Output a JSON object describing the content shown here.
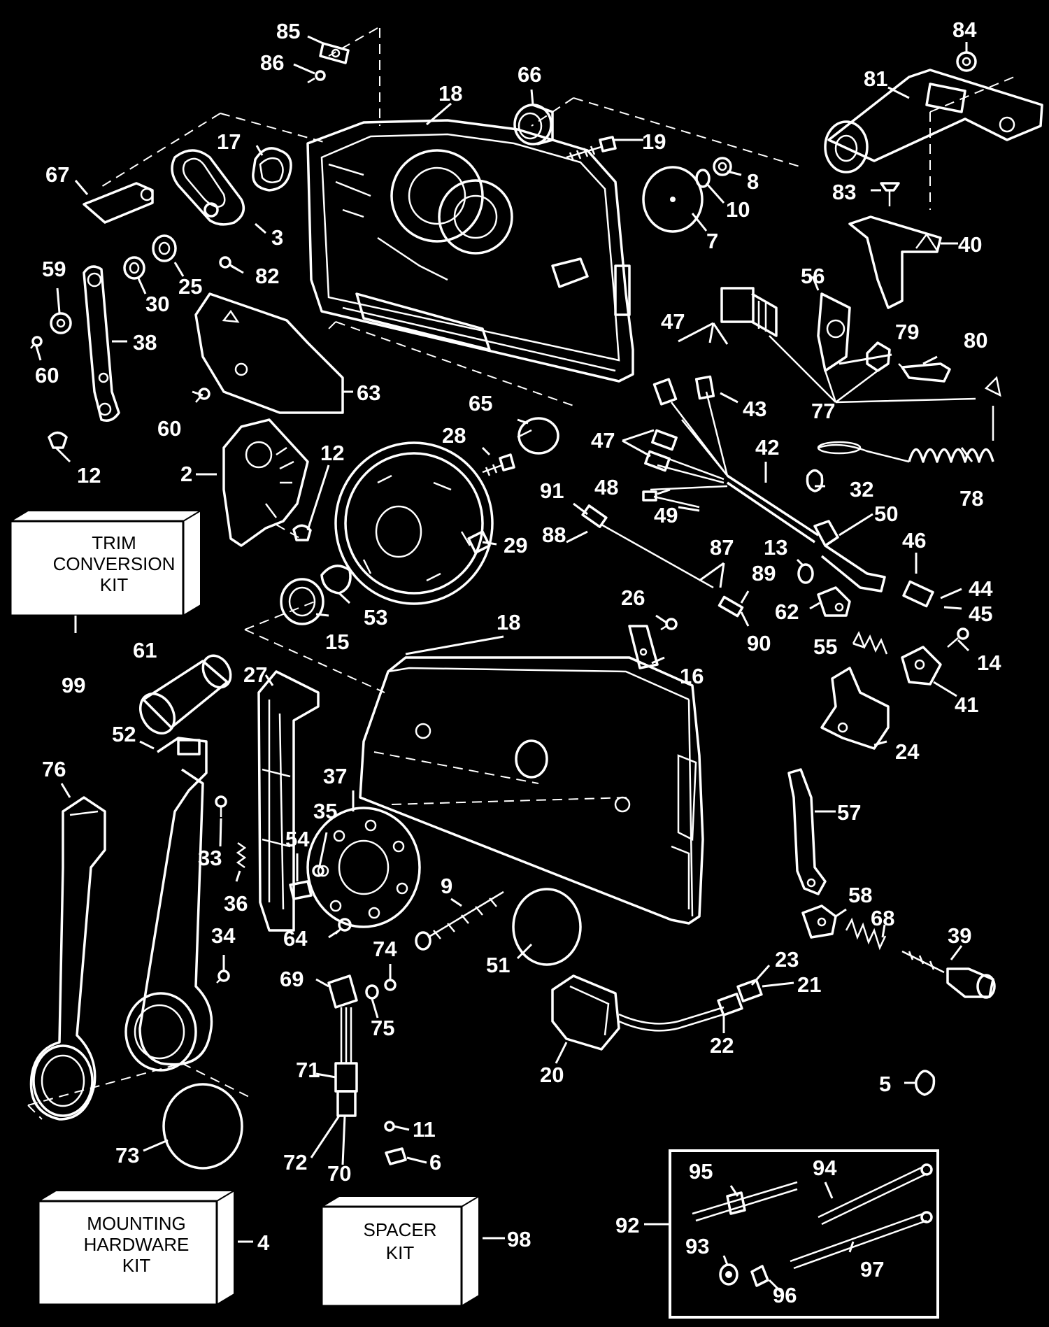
{
  "callouts": [
    {
      "id": "85",
      "text": "85"
    },
    {
      "id": "86",
      "text": "86"
    },
    {
      "id": "18a",
      "text": "18"
    },
    {
      "id": "66",
      "text": "66"
    },
    {
      "id": "84",
      "text": "84"
    },
    {
      "id": "81",
      "text": "81"
    },
    {
      "id": "17",
      "text": "17"
    },
    {
      "id": "19",
      "text": "19"
    },
    {
      "id": "67",
      "text": "67"
    },
    {
      "id": "8",
      "text": "8"
    },
    {
      "id": "10",
      "text": "10"
    },
    {
      "id": "83",
      "text": "83"
    },
    {
      "id": "3",
      "text": "3"
    },
    {
      "id": "7",
      "text": "7"
    },
    {
      "id": "40",
      "text": "40"
    },
    {
      "id": "59",
      "text": "59"
    },
    {
      "id": "25",
      "text": "25"
    },
    {
      "id": "82",
      "text": "82"
    },
    {
      "id": "30",
      "text": "30"
    },
    {
      "id": "56",
      "text": "56"
    },
    {
      "id": "38",
      "text": "38"
    },
    {
      "id": "47a",
      "text": "47"
    },
    {
      "id": "79",
      "text": "79"
    },
    {
      "id": "80",
      "text": "80"
    },
    {
      "id": "60a",
      "text": "60"
    },
    {
      "id": "63",
      "text": "63"
    },
    {
      "id": "43",
      "text": "43"
    },
    {
      "id": "77",
      "text": "77"
    },
    {
      "id": "65",
      "text": "65"
    },
    {
      "id": "60b",
      "text": "60"
    },
    {
      "id": "28",
      "text": "28"
    },
    {
      "id": "47b",
      "text": "47"
    },
    {
      "id": "42",
      "text": "42"
    },
    {
      "id": "12a",
      "text": "12"
    },
    {
      "id": "12b",
      "text": "12"
    },
    {
      "id": "2",
      "text": "2"
    },
    {
      "id": "91",
      "text": "91"
    },
    {
      "id": "32",
      "text": "32"
    },
    {
      "id": "48",
      "text": "48"
    },
    {
      "id": "78",
      "text": "78"
    },
    {
      "id": "49",
      "text": "49"
    },
    {
      "id": "50",
      "text": "50"
    },
    {
      "id": "88",
      "text": "88"
    },
    {
      "id": "29",
      "text": "29"
    },
    {
      "id": "46",
      "text": "46"
    },
    {
      "id": "87",
      "text": "87"
    },
    {
      "id": "13",
      "text": "13"
    },
    {
      "id": "44",
      "text": "44"
    },
    {
      "id": "89",
      "text": "89"
    },
    {
      "id": "26",
      "text": "26"
    },
    {
      "id": "53",
      "text": "53"
    },
    {
      "id": "62",
      "text": "62"
    },
    {
      "id": "45",
      "text": "45"
    },
    {
      "id": "15",
      "text": "15"
    },
    {
      "id": "18b",
      "text": "18"
    },
    {
      "id": "90",
      "text": "90"
    },
    {
      "id": "55",
      "text": "55"
    },
    {
      "id": "14",
      "text": "14"
    },
    {
      "id": "61",
      "text": "61"
    },
    {
      "id": "99",
      "text": "99"
    },
    {
      "id": "27",
      "text": "27"
    },
    {
      "id": "16",
      "text": "16"
    },
    {
      "id": "41",
      "text": "41"
    },
    {
      "id": "52",
      "text": "52"
    },
    {
      "id": "24",
      "text": "24"
    },
    {
      "id": "76",
      "text": "76"
    },
    {
      "id": "37",
      "text": "37"
    },
    {
      "id": "57",
      "text": "57"
    },
    {
      "id": "35",
      "text": "35"
    },
    {
      "id": "54",
      "text": "54"
    },
    {
      "id": "33",
      "text": "33"
    },
    {
      "id": "9",
      "text": "9"
    },
    {
      "id": "36",
      "text": "36"
    },
    {
      "id": "58",
      "text": "58"
    },
    {
      "id": "68",
      "text": "68"
    },
    {
      "id": "39",
      "text": "39"
    },
    {
      "id": "34",
      "text": "34"
    },
    {
      "id": "64",
      "text": "64"
    },
    {
      "id": "74",
      "text": "74"
    },
    {
      "id": "51",
      "text": "51"
    },
    {
      "id": "23",
      "text": "23"
    },
    {
      "id": "69",
      "text": "69"
    },
    {
      "id": "21",
      "text": "21"
    },
    {
      "id": "75",
      "text": "75"
    },
    {
      "id": "22",
      "text": "22"
    },
    {
      "id": "20",
      "text": "20"
    },
    {
      "id": "71",
      "text": "71"
    },
    {
      "id": "5",
      "text": "5"
    },
    {
      "id": "73",
      "text": "73"
    },
    {
      "id": "11",
      "text": "11"
    },
    {
      "id": "72",
      "text": "72"
    },
    {
      "id": "70",
      "text": "70"
    },
    {
      "id": "6",
      "text": "6"
    },
    {
      "id": "95",
      "text": "95"
    },
    {
      "id": "94",
      "text": "94"
    },
    {
      "id": "92",
      "text": "92"
    },
    {
      "id": "93",
      "text": "93"
    },
    {
      "id": "4",
      "text": "4"
    },
    {
      "id": "98",
      "text": "98"
    },
    {
      "id": "97",
      "text": "97"
    },
    {
      "id": "96",
      "text": "96"
    }
  ],
  "kits": {
    "trim": [
      "TRIM",
      "CONVERSION",
      "KIT"
    ],
    "mounting": [
      "MOUNTING",
      "HARDWARE",
      "KIT"
    ],
    "spacer": [
      "SPACER",
      "KIT"
    ]
  }
}
